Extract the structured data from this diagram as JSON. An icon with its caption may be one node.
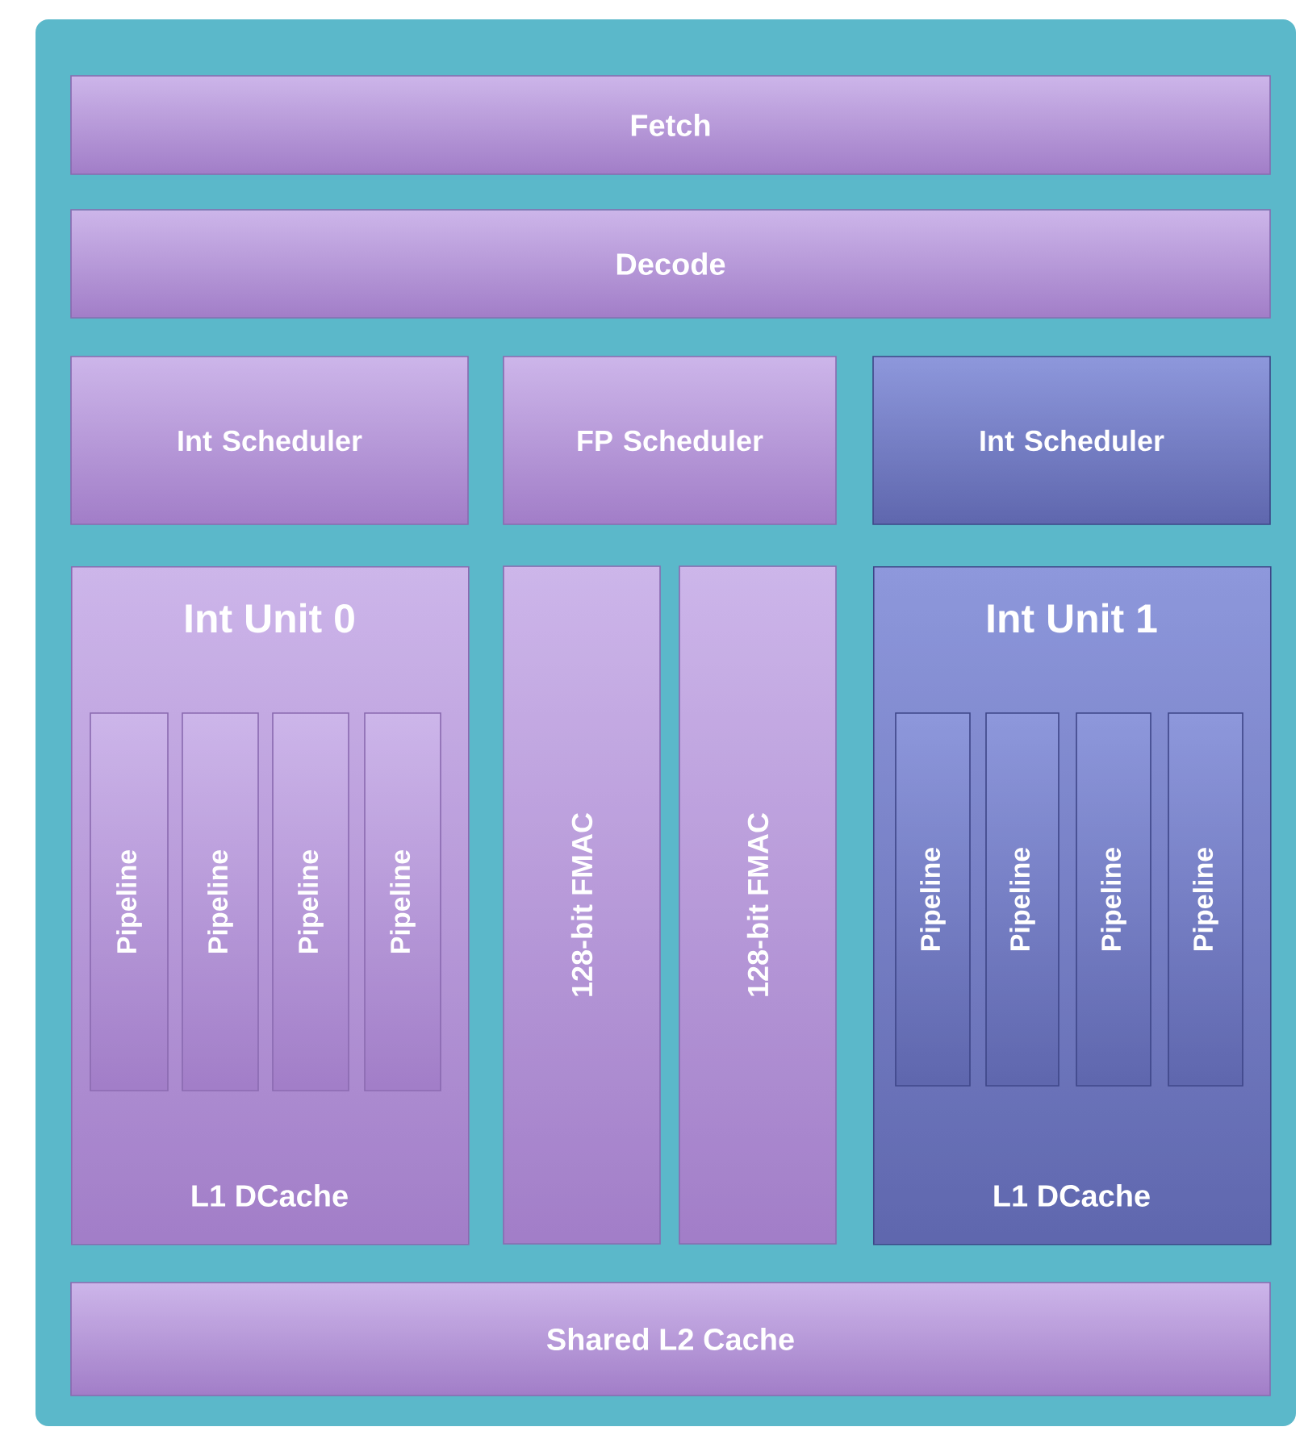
{
  "diagram": {
    "nodes": [
      {
        "text": [
          "Fetch"
        ]
      },
      {
        "text": [
          "Decode"
        ]
      },
      {
        "text": [
          "Int Scheduler"
        ]
      },
      {
        "text": [
          "FP Scheduler"
        ]
      },
      {
        "text": [
          "Int Scheduler"
        ]
      },
      {
        "text": [
          "Int Unit 0",
          "L1 DCache"
        ]
      },
      {
        "text": [
          "Pipeline"
        ],
        "in": 5
      },
      {
        "text": [
          "Pipeline"
        ],
        "in": 5
      },
      {
        "text": [
          "Pipeline"
        ],
        "in": 5
      },
      {
        "text": [
          "Pipeline"
        ],
        "in": 5
      },
      {
        "text": [
          "128-bit FMAC"
        ]
      },
      {
        "text": [
          "128-bit FMAC"
        ]
      },
      {
        "text": [
          "Int Unit 1",
          "L1 DCache"
        ]
      },
      {
        "text": [
          "Pipeline"
        ],
        "in": 12
      },
      {
        "text": [
          "Pipeline"
        ],
        "in": 12
      },
      {
        "text": [
          "Pipeline"
        ],
        "in": 12
      },
      {
        "text": [
          "Pipeline"
        ],
        "in": 12
      },
      {
        "text": [
          "Shared L2 Cache"
        ]
      }
    ]
  }
}
